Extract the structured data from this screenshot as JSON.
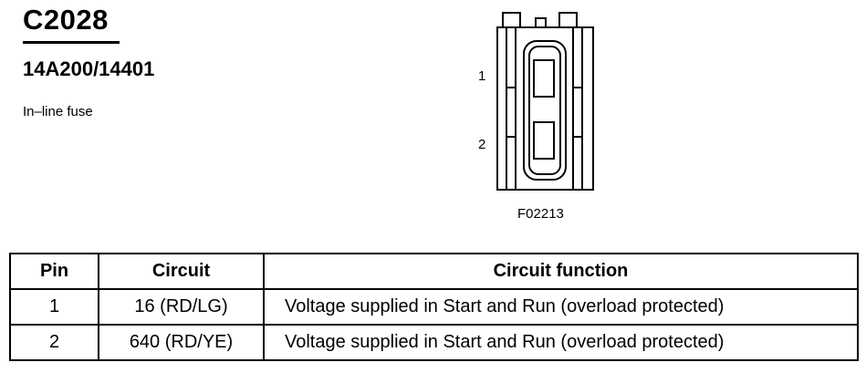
{
  "header": {
    "connector_id": "C2028",
    "part_number": "14A200/14401",
    "description": "In–line fuse"
  },
  "diagram": {
    "pin_labels": [
      "1",
      "2"
    ],
    "figure_id": "F02213"
  },
  "table": {
    "headers": [
      "Pin",
      "Circuit",
      "Circuit function"
    ],
    "rows": [
      {
        "pin": "1",
        "circuit": "16 (RD/LG)",
        "function": "Voltage supplied in Start and Run (overload protected)"
      },
      {
        "pin": "2",
        "circuit": "640 (RD/YE)",
        "function": "Voltage supplied in Start and Run (overload protected)"
      }
    ]
  }
}
